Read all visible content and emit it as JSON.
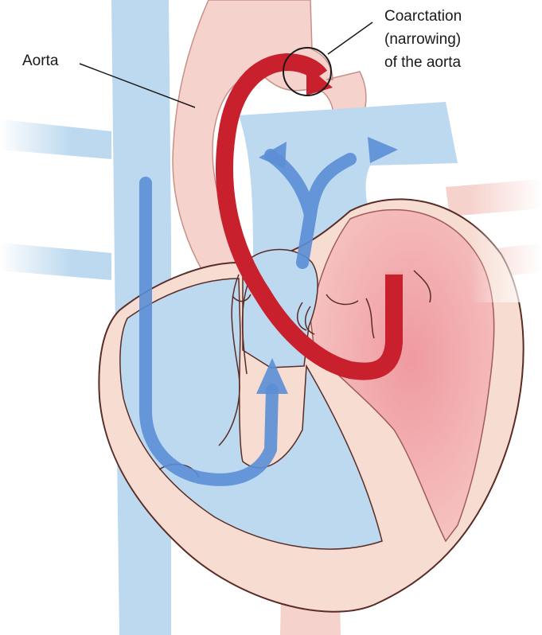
{
  "labels": {
    "aorta": "Aorta",
    "coarctation_line1": "Coarctation",
    "coarctation_line2": "(narrowing)",
    "coarctation_line3": "of the aorta"
  },
  "colors": {
    "oxygen_rich_blood": "#c8202c",
    "oxygen_poor_blood": "#5b8ed6",
    "vessel_blue": "#bcd9ef",
    "vessel_pink": "#f6d2cd",
    "heart_wall": "#f7dcd2",
    "outline": "#5a2c26"
  }
}
